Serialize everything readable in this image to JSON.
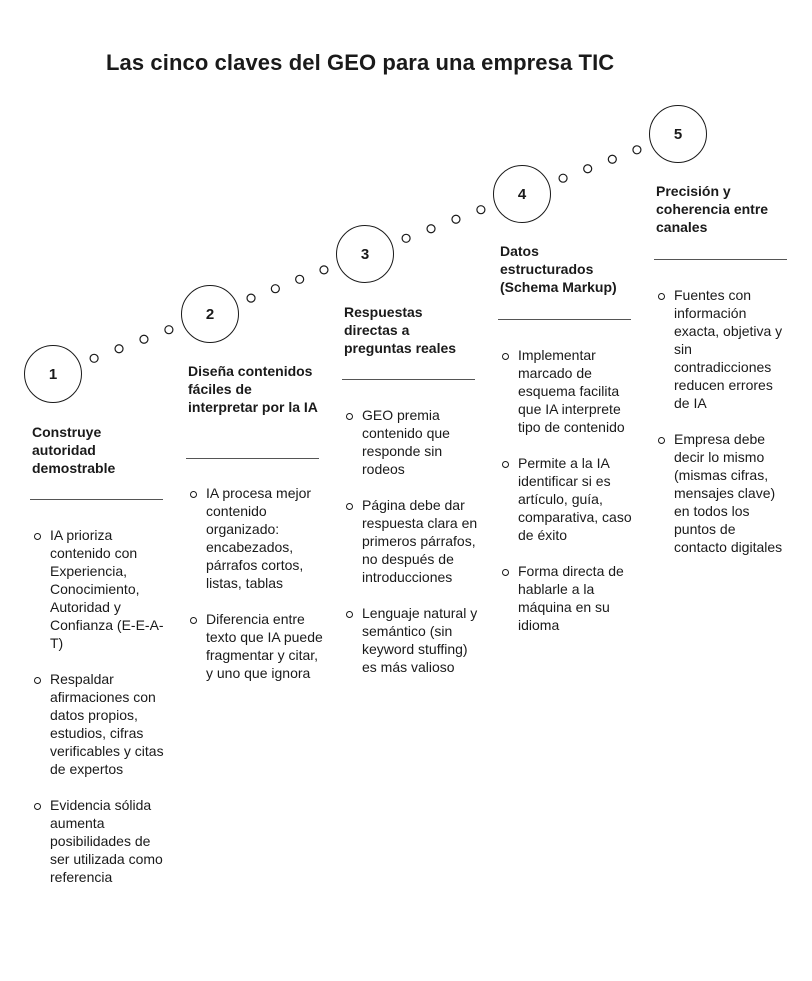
{
  "title": "Las cinco claves del GEO para una empresa TIC",
  "steps": [
    {
      "number": "1",
      "title": "Construye autoridad demostrable",
      "bullets": [
        "IA prioriza contenido con Experiencia, Conocimiento, Autoridad y Confianza (E-E-A-T)",
        "Respaldar afirmaciones con datos propios, estudios, cifras verificables y citas de expertos",
        "Evidencia sólida aumenta posibilidades de ser utilizada como referencia"
      ]
    },
    {
      "number": "2",
      "title": "Diseña contenidos fáciles de interpretar por la IA",
      "bullets": [
        "IA procesa mejor contenido organizado: encabezados, párrafos cortos, listas, tablas",
        "Diferencia entre texto que IA puede fragmentar y citar, y uno que ignora"
      ]
    },
    {
      "number": "3",
      "title": "Respuestas directas a preguntas reales",
      "bullets": [
        "GEO premia contenido que responde sin rodeos",
        "Página debe dar respuesta clara en primeros párrafos, no después de introducciones",
        "Lenguaje natural y semántico (sin keyword stuffing) es más valioso"
      ]
    },
    {
      "number": "4",
      "title": "Datos estructurados (Schema Markup)",
      "bullets": [
        "Implementar marcado de esquema facilita que IA interprete tipo de contenido",
        "Permite a la IA identificar si es artículo, guía, comparativa, caso de éxito",
        "Forma directa de hablarle a la máquina en su idioma"
      ]
    },
    {
      "number": "5",
      "title": "Precisión y coherencia entre canales",
      "bullets": [
        "Fuentes con información exacta, objetiva y sin contradicciones reducen errores de IA",
        "Empresa debe decir lo mismo (mismas cifras, mensajes clave) en todos los puntos de contacto digitales"
      ]
    }
  ]
}
